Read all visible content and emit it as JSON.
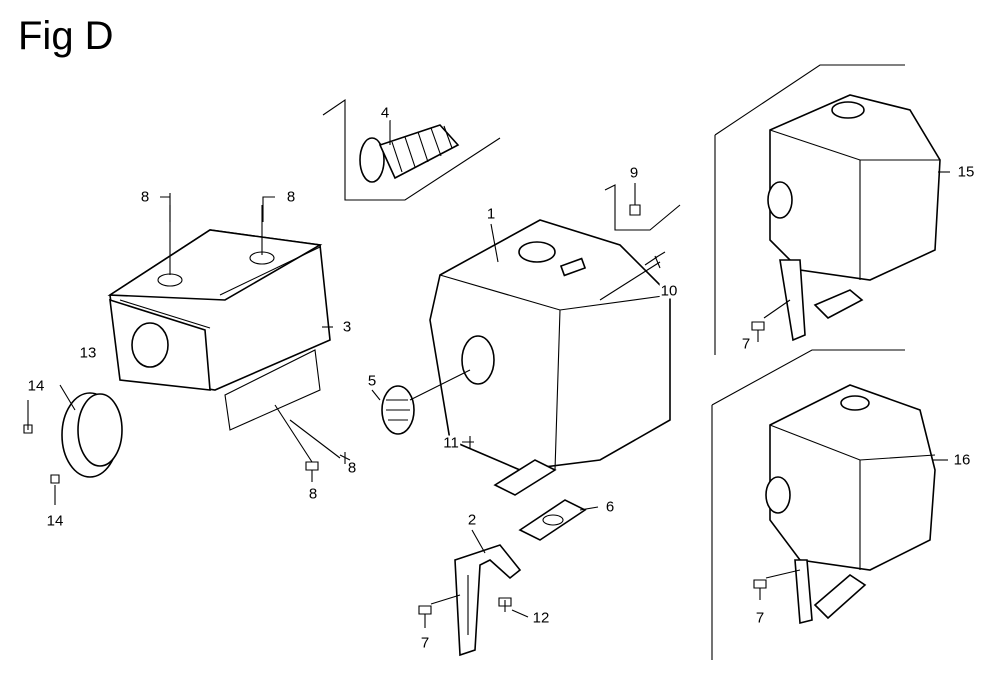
{
  "title": "Fig D",
  "callouts": [
    {
      "id": "c4",
      "label": "4"
    },
    {
      "id": "c8a",
      "label": "8"
    },
    {
      "id": "c8b",
      "label": "8"
    },
    {
      "id": "c9",
      "label": "9"
    },
    {
      "id": "c1",
      "label": "1"
    },
    {
      "id": "c15",
      "label": "15"
    },
    {
      "id": "c10",
      "label": "10"
    },
    {
      "id": "c3",
      "label": "3"
    },
    {
      "id": "c13",
      "label": "13"
    },
    {
      "id": "c5",
      "label": "5"
    },
    {
      "id": "c7a",
      "label": "7"
    },
    {
      "id": "c14a",
      "label": "14"
    },
    {
      "id": "c11",
      "label": "11"
    },
    {
      "id": "c8c",
      "label": "8"
    },
    {
      "id": "c16",
      "label": "16"
    },
    {
      "id": "c8d",
      "label": "8"
    },
    {
      "id": "c14b",
      "label": "14"
    },
    {
      "id": "c6",
      "label": "6"
    },
    {
      "id": "c2",
      "label": "2"
    },
    {
      "id": "c12",
      "label": "12"
    },
    {
      "id": "c7b",
      "label": "7"
    },
    {
      "id": "c7c",
      "label": "7"
    }
  ]
}
